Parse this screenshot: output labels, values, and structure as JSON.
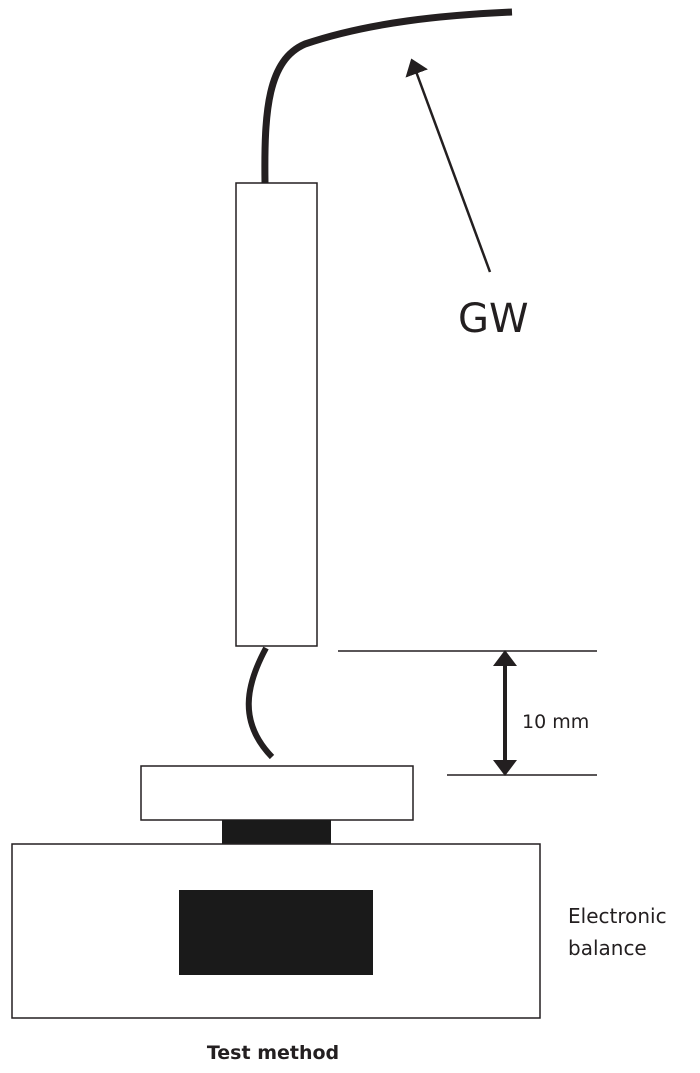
{
  "labels": {
    "gw": "GW",
    "distance": "10 mm",
    "balance_line1": "Electronic",
    "balance_line2": "balance",
    "caption": "Test method"
  },
  "colors": {
    "ink": "#231f20",
    "background": "#ffffff"
  }
}
